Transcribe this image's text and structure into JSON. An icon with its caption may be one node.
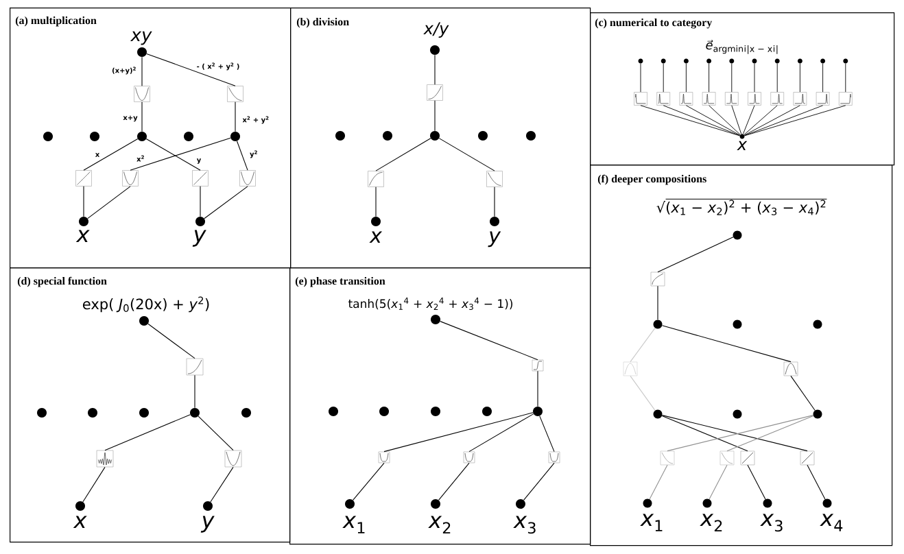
{
  "diagram": {
    "nodes": [
      {
        "text": [
          "(a) multiplication"
        ]
      },
      {
        "text": [],
        "shape": "circle",
        "in": 0,
        "beside": [
          "xy"
        ]
      },
      {
        "text": [],
        "shape": "box",
        "in": 0
      },
      {
        "text": [],
        "shape": "box",
        "in": 0
      },
      {
        "text": [],
        "shape": "circle",
        "in": 0
      },
      {
        "text": [],
        "shape": "circle",
        "in": 0
      },
      {
        "text": [],
        "shape": "circle",
        "in": 0
      },
      {
        "text": [],
        "shape": "circle",
        "in": 0
      },
      {
        "text": [],
        "shape": "circle",
        "in": 0
      },
      {
        "text": [],
        "shape": "box",
        "in": 0
      },
      {
        "text": [],
        "shape": "box",
        "in": 0
      },
      {
        "text": [],
        "shape": "box",
        "in": 0
      },
      {
        "text": [],
        "shape": "box",
        "in": 0
      },
      {
        "text": [],
        "shape": "circle",
        "in": 0,
        "beside": [
          "x"
        ]
      },
      {
        "text": [],
        "shape": "circle",
        "in": 0,
        "beside": [
          "y"
        ]
      },
      {
        "text": [
          "(b) division"
        ]
      },
      {
        "text": [],
        "shape": "circle",
        "in": 15,
        "beside": [
          "x/y"
        ]
      },
      {
        "text": [],
        "shape": "box",
        "in": 15
      },
      {
        "text": [],
        "shape": "circle",
        "in": 15
      },
      {
        "text": [],
        "shape": "circle",
        "in": 15
      },
      {
        "text": [],
        "shape": "circle",
        "in": 15
      },
      {
        "text": [],
        "shape": "circle",
        "in": 15
      },
      {
        "text": [],
        "shape": "circle",
        "in": 15
      },
      {
        "text": [],
        "shape": "box",
        "in": 15
      },
      {
        "text": [],
        "shape": "box",
        "in": 15
      },
      {
        "text": [],
        "shape": "circle",
        "in": 15,
        "beside": [
          "x"
        ]
      },
      {
        "text": [],
        "shape": "circle",
        "in": 15,
        "beside": [
          "y"
        ]
      },
      {
        "text": [
          "(c) numerical to category"
        ]
      },
      {
        "text": [],
        "shape": "circle",
        "in": 27
      },
      {
        "text": [],
        "shape": "circle",
        "in": 27
      },
      {
        "text": [],
        "shape": "circle",
        "in": 27
      },
      {
        "text": [],
        "shape": "circle",
        "in": 27
      },
      {
        "text": [],
        "shape": "circle",
        "in": 27
      },
      {
        "text": [],
        "shape": "circle",
        "in": 27
      },
      {
        "text": [],
        "shape": "circle",
        "in": 27
      },
      {
        "text": [],
        "shape": "circle",
        "in": 27
      },
      {
        "text": [],
        "shape": "circle",
        "in": 27
      },
      {
        "text": [],
        "shape": "circle",
        "in": 27
      },
      {
        "text": [],
        "shape": "box",
        "in": 27
      },
      {
        "text": [],
        "shape": "box",
        "in": 27
      },
      {
        "text": [],
        "shape": "box",
        "in": 27
      },
      {
        "text": [],
        "shape": "box",
        "in": 27
      },
      {
        "text": [],
        "shape": "box",
        "in": 27
      },
      {
        "text": [],
        "shape": "box",
        "in": 27
      },
      {
        "text": [],
        "shape": "box",
        "in": 27
      },
      {
        "text": [],
        "shape": "box",
        "in": 27
      },
      {
        "text": [],
        "shape": "box",
        "in": 27
      },
      {
        "text": [],
        "shape": "box",
        "in": 27
      },
      {
        "text": [],
        "shape": "circle",
        "in": 27,
        "beside": [
          "x"
        ]
      },
      {
        "text": [
          "(d) special function"
        ]
      },
      {
        "text": [],
        "shape": "circle",
        "in": 49,
        "beside": [
          "exp( *J*$_{0}$(20x) + *y*$^{2}$)"
        ]
      },
      {
        "text": [],
        "shape": "box",
        "in": 49
      },
      {
        "text": [],
        "shape": "circle",
        "in": 49
      },
      {
        "text": [],
        "shape": "circle",
        "in": 49
      },
      {
        "text": [],
        "shape": "circle",
        "in": 49
      },
      {
        "text": [],
        "shape": "circle",
        "in": 49
      },
      {
        "text": [],
        "shape": "circle",
        "in": 49
      },
      {
        "text": [],
        "shape": "box",
        "in": 49
      },
      {
        "text": [],
        "shape": "box",
        "in": 49
      },
      {
        "text": [],
        "shape": "circle",
        "in": 49,
        "beside": [
          "x"
        ]
      },
      {
        "text": [],
        "shape": "circle",
        "in": 49,
        "beside": [
          "y"
        ]
      },
      {
        "text": [
          "(e) phase transition"
        ]
      },
      {
        "text": [],
        "shape": "circle",
        "in": 61,
        "beside": [
          "tanh(5(*x*$_{1}$$^{4}$ + *x*$_{2}$$^{4}$ + *x*$_{3}$$^{4}$ − 1))"
        ]
      },
      {
        "text": [],
        "shape": "box",
        "in": 61
      },
      {
        "text": [],
        "shape": "circle",
        "in": 61
      },
      {
        "text": [],
        "shape": "circle",
        "in": 61
      },
      {
        "text": [],
        "shape": "circle",
        "in": 61
      },
      {
        "text": [],
        "shape": "circle",
        "in": 61
      },
      {
        "text": [],
        "shape": "circle",
        "in": 61
      },
      {
        "text": [],
        "shape": "box",
        "in": 61
      },
      {
        "text": [],
        "shape": "box",
        "in": 61
      },
      {
        "text": [],
        "shape": "box",
        "in": 61
      },
      {
        "text": [],
        "shape": "circle",
        "in": 61,
        "beside": [
          "*x*$_{1}$"
        ]
      },
      {
        "text": [],
        "shape": "circle",
        "in": 61,
        "beside": [
          "*x*$_{2}$"
        ]
      },
      {
        "text": [],
        "shape": "circle",
        "in": 61,
        "beside": [
          "*x*$_{3}$"
        ]
      },
      {
        "text": [
          "(f) deeper compositions"
        ]
      },
      {
        "text": [],
        "shape": "circle",
        "in": 75,
        "beside": [
          "√(*x*$_{1}$ − *x*$_{2}$)$^{2}$ + (*x*$_{3}$ − *x*$_{4}$)$^{2}$"
        ]
      },
      {
        "text": [],
        "shape": "box",
        "in": 75
      },
      {
        "text": [],
        "shape": "circle",
        "in": 75
      },
      {
        "text": [],
        "shape": "circle",
        "in": 75
      },
      {
        "text": [],
        "shape": "circle",
        "in": 75
      },
      {
        "text": [],
        "shape": "box",
        "in": 75
      },
      {
        "text": [],
        "shape": "box",
        "in": 75
      },
      {
        "text": [],
        "shape": "circle",
        "in": 75
      },
      {
        "text": [],
        "shape": "circle",
        "in": 75
      },
      {
        "text": [],
        "shape": "circle",
        "in": 75
      },
      {
        "text": [],
        "shape": "box",
        "in": 75
      },
      {
        "text": [],
        "shape": "box",
        "in": 75
      },
      {
        "text": [],
        "shape": "box",
        "in": 75
      },
      {
        "text": [],
        "shape": "box",
        "in": 75
      },
      {
        "text": [],
        "shape": "circle",
        "in": 75,
        "beside": [
          "*x*$_{1}$"
        ]
      },
      {
        "text": [],
        "shape": "circle",
        "in": 75,
        "beside": [
          "*x*$_{2}$"
        ]
      },
      {
        "text": [],
        "shape": "circle",
        "in": 75,
        "beside": [
          "*x*$_{3}$"
        ]
      },
      {
        "text": [],
        "shape": "circle",
        "in": 75,
        "beside": [
          "*x*$_{4}$"
        ]
      }
    ],
    "edges": [
      {
        "from": 2,
        "to": 1,
        "arrow": "none",
        "label": "(x+y)$^{2}$"
      },
      {
        "from": 3,
        "to": 1,
        "arrow": "none",
        "label": "- ( x$^{2}$ + y$^{2}$ )"
      },
      {
        "from": 6,
        "to": 2,
        "arrow": "none",
        "label": "x+y"
      },
      {
        "from": 8,
        "to": 3,
        "arrow": "none",
        "label": "x$^{2}$ + y$^{2}$"
      },
      {
        "from": 9,
        "to": 6,
        "arrow": "none",
        "label": "x"
      },
      {
        "from": 10,
        "to": 8,
        "arrow": "none",
        "label": "x$^{2}$"
      },
      {
        "from": 11,
        "to": 6,
        "arrow": "none",
        "label": "y"
      },
      {
        "from": 12,
        "to": 8,
        "arrow": "none",
        "label": "y$^{2}$"
      },
      {
        "from": 13,
        "to": 9,
        "arrow": "none"
      },
      {
        "from": 13,
        "to": 10,
        "arrow": "none"
      },
      {
        "from": 14,
        "to": 11,
        "arrow": "none"
      },
      {
        "from": 14,
        "to": 12,
        "arrow": "none"
      },
      {
        "from": 17,
        "to": 16,
        "arrow": "none"
      },
      {
        "from": 20,
        "to": 17,
        "arrow": "none"
      },
      {
        "from": 23,
        "to": 20,
        "arrow": "none"
      },
      {
        "from": 24,
        "to": 20,
        "arrow": "none"
      },
      {
        "from": 25,
        "to": 23,
        "arrow": "none"
      },
      {
        "from": 26,
        "to": 24,
        "arrow": "none"
      },
      {
        "from": 48,
        "to": 38,
        "arrow": "none"
      },
      {
        "from": 48,
        "to": 39,
        "arrow": "none"
      },
      {
        "from": 48,
        "to": 40,
        "arrow": "none"
      },
      {
        "from": 48,
        "to": 41,
        "arrow": "none"
      },
      {
        "from": 48,
        "to": 42,
        "arrow": "none"
      },
      {
        "from": 48,
        "to": 43,
        "arrow": "none"
      },
      {
        "from": 48,
        "to": 44,
        "arrow": "none"
      },
      {
        "from": 48,
        "to": 45,
        "arrow": "none"
      },
      {
        "from": 48,
        "to": 46,
        "arrow": "none"
      },
      {
        "from": 48,
        "to": 47,
        "arrow": "none"
      },
      {
        "from": 38,
        "to": 28,
        "arrow": "none"
      },
      {
        "from": 39,
        "to": 29,
        "arrow": "none"
      },
      {
        "from": 40,
        "to": 30,
        "arrow": "none"
      },
      {
        "from": 41,
        "to": 31,
        "arrow": "none"
      },
      {
        "from": 42,
        "to": 32,
        "arrow": "none"
      },
      {
        "from": 43,
        "to": 33,
        "arrow": "none"
      },
      {
        "from": 44,
        "to": 34,
        "arrow": "none"
      },
      {
        "from": 45,
        "to": 35,
        "arrow": "none"
      },
      {
        "from": 46,
        "to": 36,
        "arrow": "none"
      },
      {
        "from": 47,
        "to": 37,
        "arrow": "none"
      },
      {
        "from": 51,
        "to": 50,
        "arrow": "none"
      },
      {
        "from": 55,
        "to": 51,
        "arrow": "none"
      },
      {
        "from": 57,
        "to": 55,
        "arrow": "none"
      },
      {
        "from": 58,
        "to": 55,
        "arrow": "none"
      },
      {
        "from": 59,
        "to": 57,
        "arrow": "none"
      },
      {
        "from": 60,
        "to": 58,
        "arrow": "none"
      },
      {
        "from": 63,
        "to": 62,
        "arrow": "none"
      },
      {
        "from": 68,
        "to": 63,
        "arrow": "none"
      },
      {
        "from": 69,
        "to": 68,
        "arrow": "none"
      },
      {
        "from": 70,
        "to": 68,
        "arrow": "none"
      },
      {
        "from": 71,
        "to": 68,
        "arrow": "none"
      },
      {
        "from": 72,
        "to": 69,
        "arrow": "none"
      },
      {
        "from": 73,
        "to": 70,
        "arrow": "none"
      },
      {
        "from": 74,
        "to": 71,
        "arrow": "none"
      },
      {
        "from": 77,
        "to": 76,
        "arrow": "none"
      },
      {
        "from": 78,
        "to": 77,
        "arrow": "none"
      },
      {
        "from": 81,
        "to": 78,
        "arrow": "none",
        "color": "#c8c8c8"
      },
      {
        "from": 82,
        "to": 78,
        "arrow": "none"
      },
      {
        "from": 83,
        "to": 81,
        "arrow": "none",
        "color": "#c8c8c8"
      },
      {
        "from": 85,
        "to": 82,
        "arrow": "none"
      },
      {
        "from": 88,
        "to": 83,
        "arrow": "none"
      },
      {
        "from": 89,
        "to": 83,
        "arrow": "none"
      },
      {
        "from": 86,
        "to": 85,
        "arrow": "none",
        "color": "#909090"
      },
      {
        "from": 87,
        "to": 85,
        "arrow": "none",
        "color": "#909090"
      },
      {
        "from": 90,
        "to": 86,
        "arrow": "none",
        "color": "#909090"
      },
      {
        "from": 91,
        "to": 87,
        "arrow": "none",
        "color": "#909090"
      },
      {
        "from": 92,
        "to": 88,
        "arrow": "none"
      },
      {
        "from": 93,
        "to": 89,
        "arrow": "none"
      }
    ],
    "labels": [
      "*e⃗*$_{argmin}$$_{i}$$_{|x − x}$$_{i}$$_{|}$"
    ]
  }
}
